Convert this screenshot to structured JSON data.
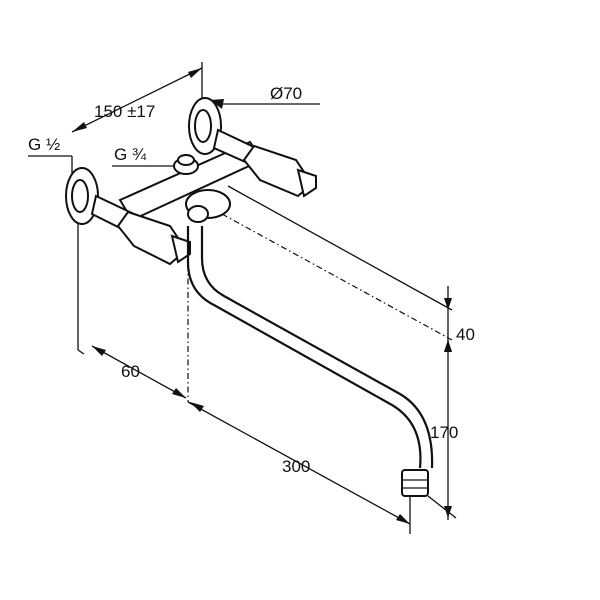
{
  "labels": {
    "thread_half": "G ½",
    "thread_three_quarter": "G ¾",
    "spacing": "150 ±17",
    "diameter": "Ø70",
    "offset_40": "40",
    "projection_60": "60",
    "height_170": "170",
    "spout_300": "300"
  }
}
